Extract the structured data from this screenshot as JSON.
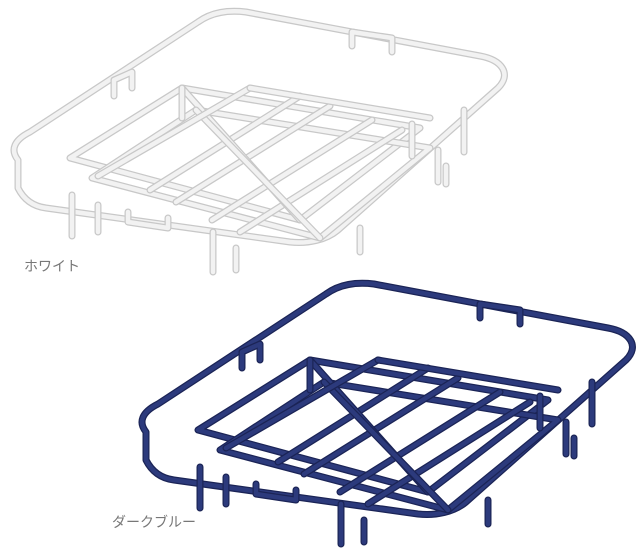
{
  "variants": [
    {
      "label": "ホワイト",
      "color": "#f2f2f2",
      "edge": "#c8c8c8",
      "icon": "white-basket-rack"
    },
    {
      "label": "ダークブルー",
      "color": "#2c3a7c",
      "edge": "#1b2456",
      "icon": "dark-blue-basket-rack"
    }
  ]
}
